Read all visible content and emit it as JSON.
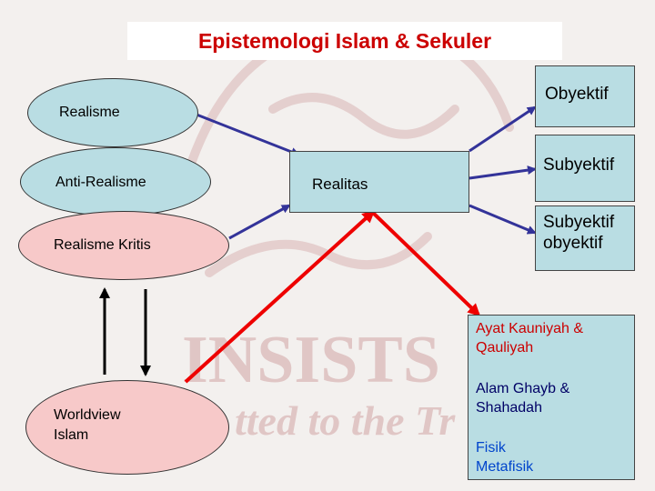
{
  "title": "Epistemologi Islam & Sekuler",
  "left_nodes": {
    "realisme": "Realisme",
    "anti_realisme": "Anti-Realisme",
    "realisme_kritis": "Realisme Kritis",
    "worldview_line1": "Worldview",
    "worldview_line2": "Islam"
  },
  "center_node": "Realitas",
  "right_nodes": {
    "obyektif": "Obyektif",
    "subyektif": "Subyektif",
    "subyektif_obyektif_line1": "Subyektif",
    "subyektif_obyektif_line2": "obyektif"
  },
  "sources": {
    "item1_line1": "Ayat Kauniyah &",
    "item1_line2": "Qauliyah",
    "item2_line1": "Alam Ghayb &",
    "item2_line2": "Shahadah",
    "item3_line1": "Fisik",
    "item3_line2": "Metafisik"
  },
  "watermark_text": "INSISTS",
  "watermark_subtext": "tted to the Tr",
  "colors": {
    "title": "#cc0000",
    "blue_node": "#b9dde3",
    "pink_node": "#f7c9c9",
    "blue_arrow": "#333399",
    "red_arrow": "#ee0000",
    "watermark": "#d9b5b5"
  }
}
